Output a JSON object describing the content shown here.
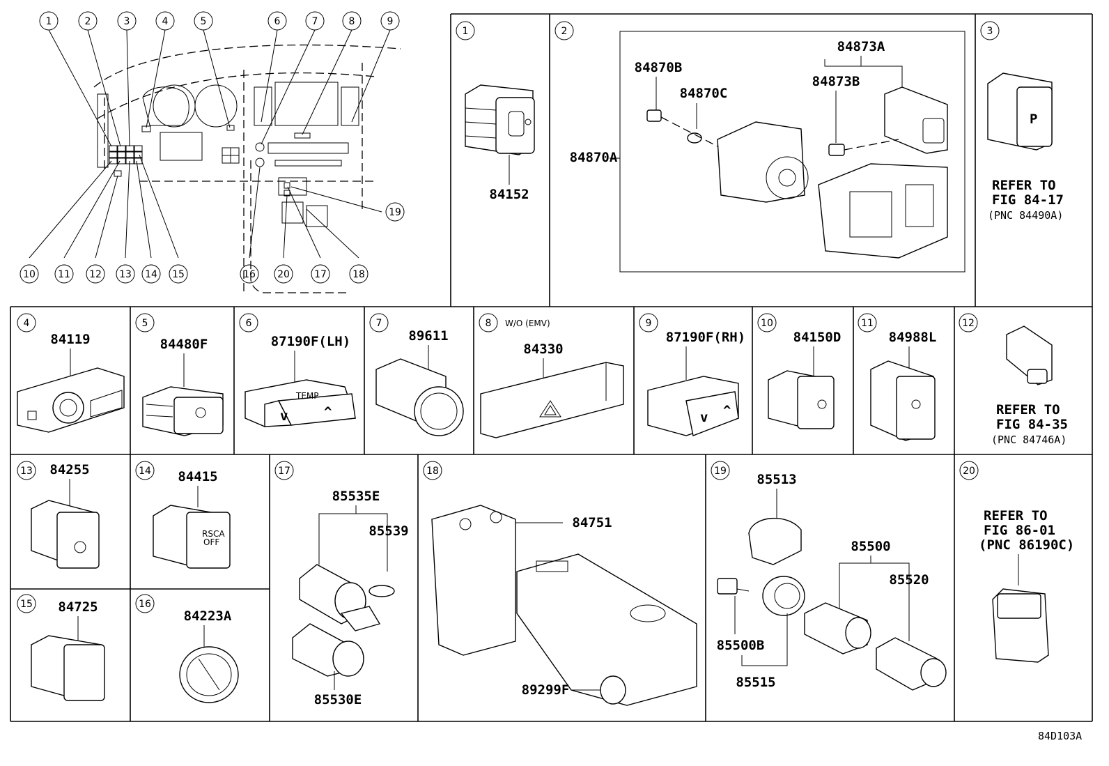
{
  "figure_code": "84D103A",
  "overview": {
    "callouts_top": [
      "1",
      "2",
      "3",
      "4",
      "5",
      "6",
      "7",
      "8",
      "9"
    ],
    "callouts_bottom": [
      "10",
      "11",
      "12",
      "13",
      "14",
      "15",
      "16",
      "20",
      "17",
      "18"
    ],
    "callout_right": "19"
  },
  "cells": {
    "c1": {
      "idx": "1",
      "part": "84152"
    },
    "c2": {
      "idx": "2",
      "parts": {
        "a": "84870B",
        "b": "84870C",
        "c": "84873A",
        "d": "84873B",
        "e": "84870A"
      }
    },
    "c3": {
      "idx": "3",
      "refer": "REFER TO",
      "fig": "FIG 84-17",
      "pnc": "(PNC 84490A)"
    },
    "c4": {
      "idx": "4",
      "part": "84119"
    },
    "c5": {
      "idx": "5",
      "part": "84480F"
    },
    "c6": {
      "idx": "6",
      "part": "87190F(LH)",
      "btn": "TEMP"
    },
    "c7": {
      "idx": "7",
      "part": "89611"
    },
    "c8": {
      "idx": "8",
      "note": "W/O (EMV)",
      "part": "84330"
    },
    "c9": {
      "idx": "9",
      "part": "87190F(RH)"
    },
    "c10": {
      "idx": "10",
      "part": "84150D"
    },
    "c11": {
      "idx": "11",
      "part": "84988L"
    },
    "c12": {
      "idx": "12",
      "refer": "REFER TO",
      "fig": "FIG 84-35",
      "pnc": "(PNC 84746A)"
    },
    "c13": {
      "idx": "13",
      "part": "84255"
    },
    "c14": {
      "idx": "14",
      "part": "84415",
      "btn1": "RSCA",
      "btn2": "OFF"
    },
    "c15": {
      "idx": "15",
      "part": "84725"
    },
    "c16": {
      "idx": "16",
      "part": "84223A"
    },
    "c17": {
      "idx": "17",
      "parts": {
        "a": "85535E",
        "b": "85539",
        "c": "85530E"
      }
    },
    "c18": {
      "idx": "18",
      "parts": {
        "a": "84751",
        "b": "89299F"
      }
    },
    "c19": {
      "idx": "19",
      "parts": {
        "a": "85513",
        "b": "85500",
        "c": "85520",
        "d": "85500B",
        "e": "85515"
      }
    },
    "c20": {
      "idx": "20",
      "refer": "REFER TO",
      "fig": "FIG 86-01",
      "pnc": "(PNC 86190C)"
    }
  }
}
